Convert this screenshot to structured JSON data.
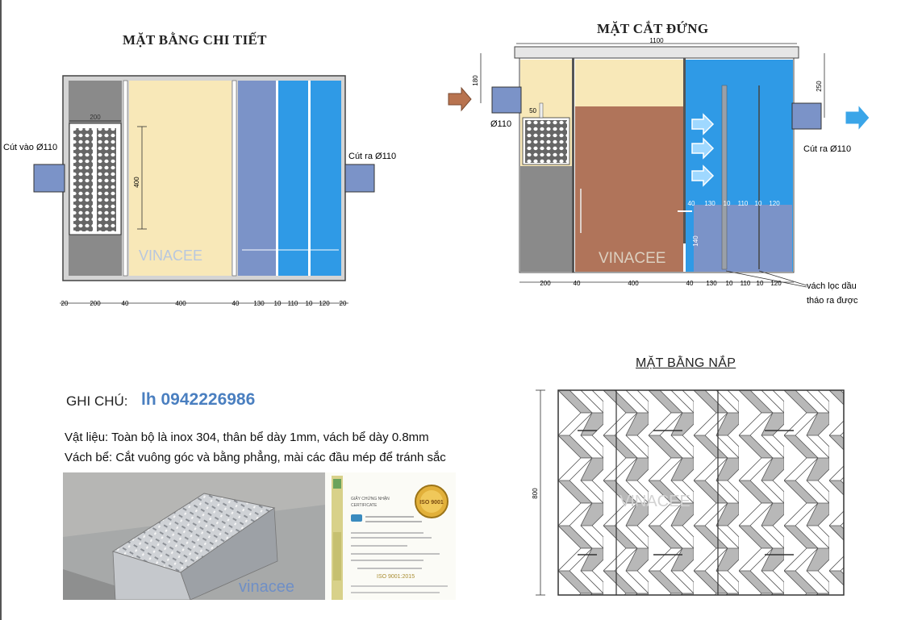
{
  "plan": {
    "title": "MẶT BẰNG CHI TIẾT",
    "inlet_label": "Cút vào Ø110",
    "outlet_label": "Cút ra Ø110",
    "basket_width": "200",
    "height_400": "400",
    "watermark": "VINACEE",
    "dims": [
      "20",
      "200",
      "40",
      "400",
      "40",
      "130",
      "10",
      "110",
      "10",
      "120",
      "20"
    ]
  },
  "section": {
    "title": "MẶT CẮT ĐỨNG",
    "width": "1100",
    "dim_180": "180",
    "dim_250": "250",
    "dim_50": "50",
    "inlet_label": "Ø110",
    "outlet_label": "Cút ra Ø110",
    "watermark": "VINACEE",
    "inner_dims": [
      "40",
      "130",
      "10",
      "110",
      "10",
      "120"
    ],
    "side_dim": "140",
    "bottom_dims": [
      "200",
      "40",
      "400",
      "40",
      "130",
      "10",
      "110",
      "10",
      "120"
    ],
    "note_line1": "vách lọc dầu",
    "note_line2": "tháo ra được"
  },
  "notes": {
    "heading": "GHI CHÚ:",
    "phone": "lh 0942226986",
    "line1": "Vật liệu: Toàn bộ là inox 304, thân bể dày 1mm, vách bể dày 0.8mm",
    "line2": "Vách bể: Cắt vuông góc và bằng phẳng, mài các đầu mép để tránh sắc",
    "photo_watermark": "vinacee"
  },
  "certificate": {
    "title_vn": "GIẤY CHỨNG NHẬN",
    "title_en": "CERTIFICATE",
    "iso": "ISO 9001",
    "iso_year": "ISO 9001:2015"
  },
  "lid": {
    "title": "MẶT BẰNG NẮP",
    "dim_800": "800",
    "watermark": "VINACEE"
  },
  "colors": {
    "grey": "#8a8a8a",
    "tan": "#f8e8b8",
    "slate": "#7b93c8",
    "blue": "#2f9ae6",
    "brown": "#b0745a",
    "arrow_in": "#b8734f",
    "arrow_out": "#3aa5e8",
    "phone": "#4a7fc0"
  }
}
